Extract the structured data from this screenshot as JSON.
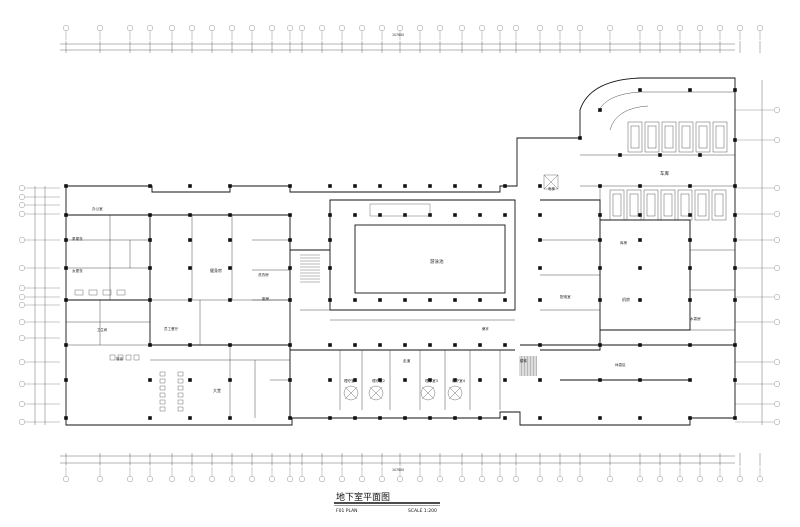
{
  "drawing": {
    "title_zh": "地下室平面图",
    "title_en": "F01  PLAN",
    "scale": "SCALE 1:200"
  },
  "overall_dims": {
    "top": "107600",
    "bottom": "107600"
  },
  "rooms": {
    "pool": "游泳池",
    "parking": "车库",
    "lobby": "大堂",
    "gym": "健身房",
    "office": "办公室",
    "changing_m": "男更衣",
    "changing_f": "女更衣",
    "plant_room": "机房",
    "storage": "库房",
    "kitchen": "厨房",
    "staff_dining": "员工餐厅",
    "laundry": "洗衣房",
    "spa_1": "理疗室1",
    "spa_2": "理疗室2",
    "spa_3": "理疗室3",
    "spa_4": "理疗室4",
    "corridor": "走道",
    "elec_room": "配电室",
    "water_pump": "水泵房",
    "toilet": "卫生间",
    "stair": "楼梯",
    "lift": "电梯",
    "reception": "接待",
    "sauna": "桑拿",
    "rest": "休息区"
  }
}
